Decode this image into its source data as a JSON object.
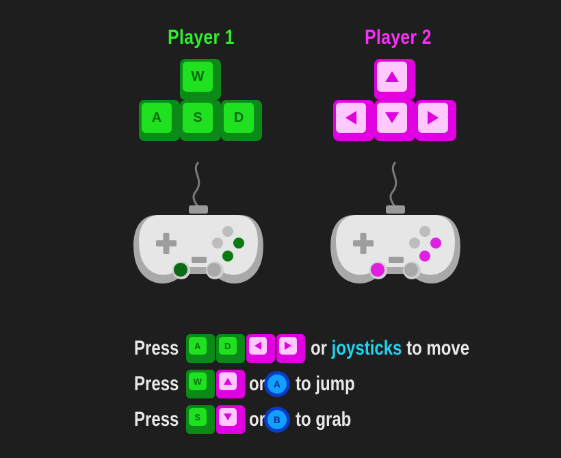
{
  "player1": {
    "title": "Player 1",
    "color": "#22ee22",
    "keys": {
      "up": "W",
      "left": "A",
      "down": "S",
      "right": "D"
    }
  },
  "player2": {
    "title": "Player 2",
    "color": "#ff22ff",
    "keys": {
      "up": "up-arrow-icon",
      "left": "left-arrow-icon",
      "down": "down-arrow-icon",
      "right": "right-arrow-icon"
    }
  },
  "instructions": {
    "move": {
      "press": "Press",
      "key1": "A",
      "key2": "D",
      "or": "or",
      "highlight": "joysticks",
      "suffix": "to move"
    },
    "jump": {
      "press": "Press",
      "key1": "W",
      "or": "or",
      "button": "A",
      "suffix": "to jump"
    },
    "grab": {
      "press": "Press",
      "key1": "S",
      "or": "or",
      "button": "B",
      "suffix": "to grab"
    }
  },
  "colors": {
    "background": "#1e1e1e",
    "green_key": "#1fe11f",
    "magenta_key": "#ffc8ff",
    "accent_cyan": "#22d4f0",
    "controller": "#e8e8e8"
  }
}
